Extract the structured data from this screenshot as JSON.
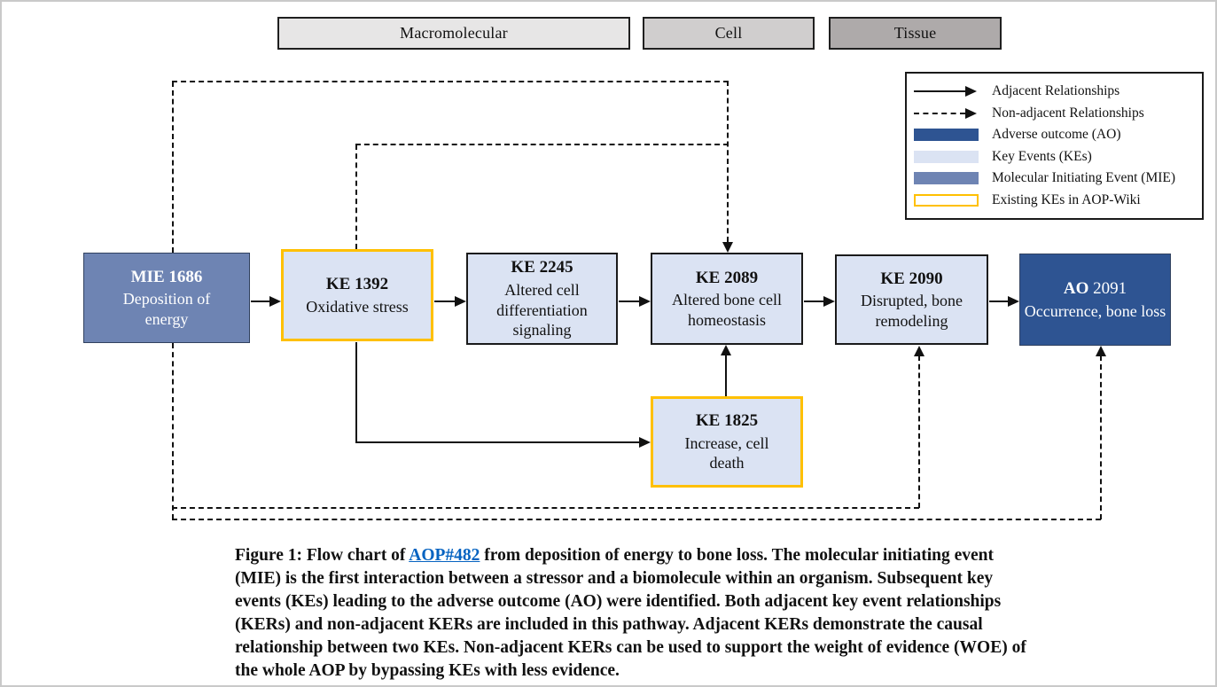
{
  "headers": [
    {
      "label": "Macromolecular",
      "bg": "#e7e6e6"
    },
    {
      "label": "Cell",
      "bg": "#d0cece"
    },
    {
      "label": "Tissue",
      "bg": "#aeaaaa"
    }
  ],
  "legend": {
    "items": [
      {
        "type": "solid-arrow",
        "label": "Adjacent Relationships"
      },
      {
        "type": "dashed-arrow",
        "label": "Non-adjacent Relationships"
      },
      {
        "type": "swatch",
        "color": "#2e5492",
        "label": "Adverse outcome (AO)"
      },
      {
        "type": "swatch",
        "color": "#dbe3f3",
        "label": "Key Events (KEs)"
      },
      {
        "type": "swatch",
        "color": "#6e84b3",
        "label": "Molecular Initiating Event (MIE)"
      },
      {
        "type": "swatch-outline",
        "color": "#ffffff",
        "border": "#ffc000",
        "label": "Existing KEs in AOP-Wiki"
      }
    ]
  },
  "nodes": [
    {
      "id": "mie-1686",
      "title": "MIE 1686",
      "subtitle": "Deposition of energy",
      "kind": "mie"
    },
    {
      "id": "ke-1392",
      "title": "KE 1392",
      "subtitle": "Oxidative stress",
      "kind": "ke",
      "existing_in_aop_wiki": true
    },
    {
      "id": "ke-2245",
      "title": "KE 2245",
      "subtitle": "Altered cell differentiation signaling",
      "kind": "ke"
    },
    {
      "id": "ke-2089",
      "title": "KE 2089",
      "subtitle": "Altered bone cell homeostasis",
      "kind": "ke"
    },
    {
      "id": "ke-2090",
      "title": "KE 2090",
      "subtitle": "Disrupted, bone remodeling",
      "kind": "ke"
    },
    {
      "id": "ao-2091",
      "title_bold": "AO",
      "title_rest": " 2091",
      "subtitle": "Occurrence, bone loss",
      "kind": "ao"
    },
    {
      "id": "ke-1825",
      "title": "KE 1825",
      "subtitle": "Increase, cell death",
      "kind": "ke",
      "existing_in_aop_wiki": true
    }
  ],
  "relationships": {
    "adjacent": [
      "MIE 1686 -> KE 1392",
      "KE 1392 -> KE 2245",
      "KE 2245 -> KE 2089",
      "KE 2089 -> KE 2090",
      "KE 2090 -> AO 2091",
      "KE 1392 -> KE 1825",
      "KE 1825 -> KE 2089"
    ],
    "non_adjacent": [
      "MIE 1686 -> KE 2089",
      "KE 1392 -> KE 2089",
      "MIE 1686 -> KE 2090",
      "MIE 1686 -> AO 2091"
    ]
  },
  "colors": {
    "mie_fill": "#6e84b3",
    "ke_fill": "#dbe3f3",
    "ao_fill": "#2e5492",
    "existing_border": "#ffc000",
    "line": "#111111",
    "link": "#0563c1"
  },
  "caption": {
    "prefix": "Figure 1: Flow chart of ",
    "link": "AOP#482",
    "suffix": " from deposition of energy to bone loss. The molecular initiating event (MIE) is the first interaction between a stressor and a biomolecule within an organism. Subsequent key events (KEs) leading to the adverse outcome (AO) were identified. Both adjacent key event relationships (KERs) and non-adjacent KERs are included in this pathway. Adjacent KERs demonstrate the causal relationship between two KEs. Non-adjacent KERs can be used to support the weight of evidence (WOE) of the whole AOP by bypassing KEs with less evidence."
  }
}
